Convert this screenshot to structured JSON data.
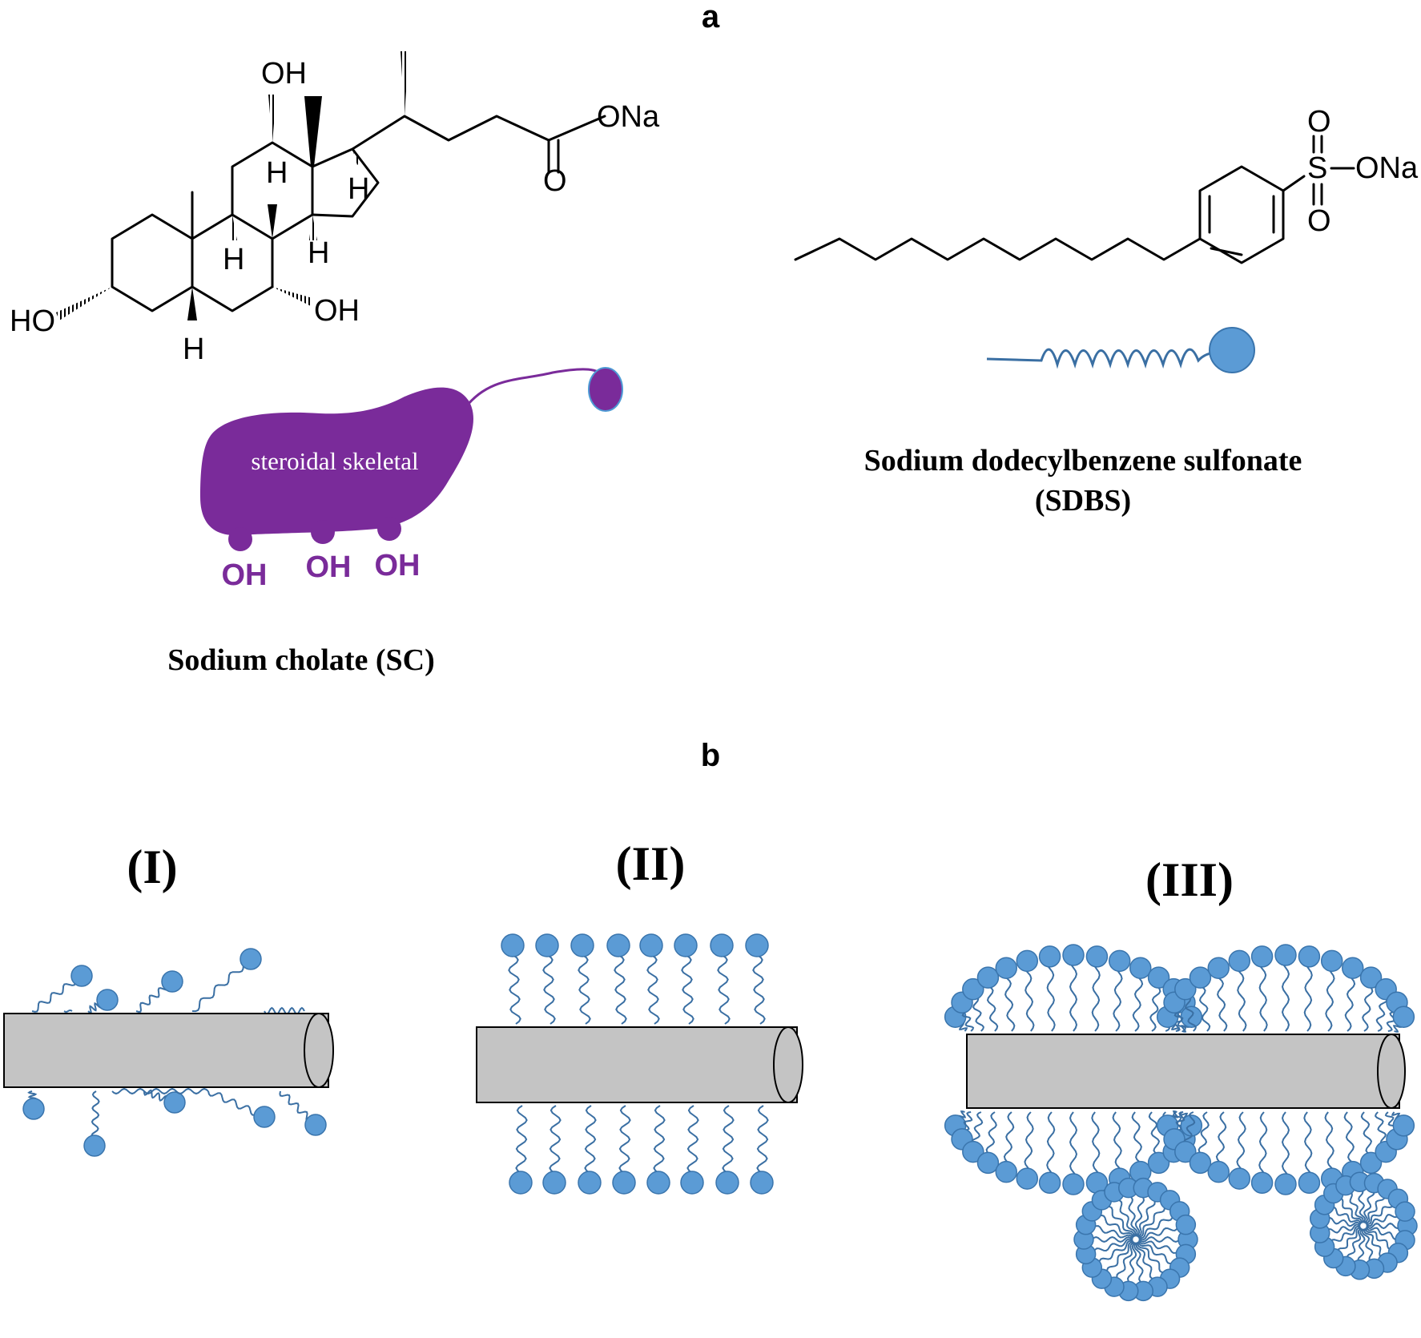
{
  "panels": {
    "a": "a",
    "b": "b"
  },
  "sodium_cholate": {
    "atoms": {
      "oh_top": "OH",
      "ona": "ONa",
      "o": "O",
      "ho": "HO",
      "oh_right": "OH",
      "h": "H"
    },
    "cartoon_label": "steroidal skeletal",
    "cartoon_oh": [
      "OH",
      "OH",
      "OH"
    ],
    "caption": "Sodium cholate (SC)"
  },
  "sdbs": {
    "atoms": {
      "o": "O",
      "s": "S",
      "ona": "ONa"
    },
    "caption_line1": "Sodium dodecylbenzene sulfonate",
    "caption_line2": "(SDBS)"
  },
  "adsorption_models": [
    "(I)",
    "(II)",
    "(III)"
  ],
  "colors": {
    "head": "#5b9bd5",
    "head_stroke": "#3a75ad",
    "tail": "#3a6fa3",
    "cartoon": "#7a2b9a",
    "tube": "#c4c4c4"
  }
}
